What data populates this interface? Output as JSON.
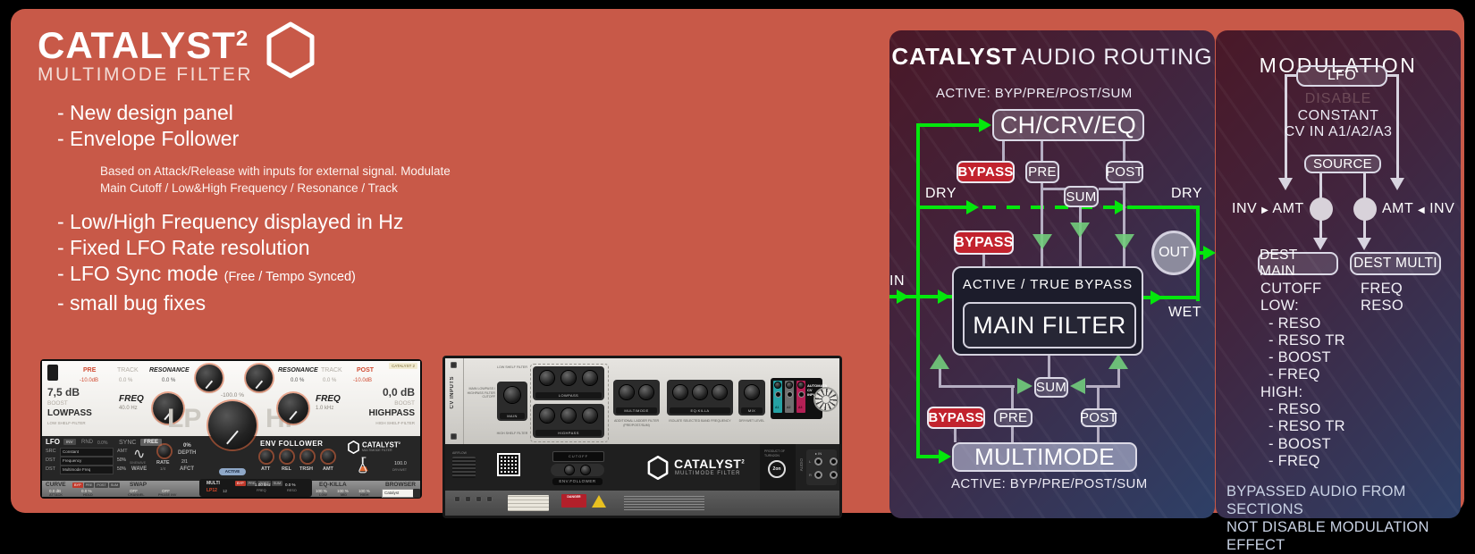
{
  "colors": {
    "background": "#c85948",
    "panel_red": "#4a1827",
    "panel_blue": "#2e4067",
    "green": "#04e70c",
    "bypass_red": "#c2232e"
  },
  "logo": {
    "title": "CATALYST",
    "exponent": "2",
    "subtitle": "MULTIMODE FILTER"
  },
  "features": {
    "line1": "- New design panel",
    "line2": "- Envelope Follower",
    "note_line1": "Based on Attack/Release with inputs for external signal. Modulate",
    "note_line2": "Main Cutoff / Low&High Frequency / Resonance / Track",
    "line3": "- Low/High Frequency displayed in Hz",
    "line4": "- Fixed LFO Rate resolution",
    "line5": "- LFO Sync mode",
    "line5_note": "(Free / Tempo Synced)",
    "line6": "- small bug fixes"
  },
  "routing": {
    "title_bold": "CATALYST",
    "title_rest": "AUDIO ROUTING",
    "active_top": "ACTIVE: BYP/PRE/POST/SUM",
    "ch_box": "CH/CRV/EQ",
    "bypass1": "BYPASS",
    "pre1": "PRE",
    "post1": "POST",
    "sum1": "SUM",
    "dry_left": "DRY",
    "dry_right": "DRY",
    "wet": "WET",
    "in": "IN",
    "out": "OUT",
    "bypass2": "BYPASS",
    "main_header": "ACTIVE /  TRUE BYPASS",
    "main_filter": "MAIN FILTER",
    "sum2": "SUM",
    "bypass3": "BYPASS",
    "pre2": "PRE",
    "post2": "POST",
    "multimode": "MULTIMODE",
    "active_bottom": "ACTIVE: BYP/PRE/POST/SUM"
  },
  "modulation": {
    "title": "MODULATION",
    "lfo": "LFO",
    "disable": "DISABLE",
    "constant": "CONSTANT",
    "cv_in": "CV IN A1/A2/A3",
    "source": "SOURCE",
    "inv_left": "INV",
    "amt_left": "AMT",
    "amt_right": "AMT",
    "inv_right": "INV",
    "dest_main": "DEST MAIN",
    "dest_multi": "DEST MULTI",
    "dest_main_list": [
      "CUTOFF",
      "LOW:",
      "- RESO",
      "- RESO TR",
      "- BOOST",
      "- FREQ",
      "HIGH:",
      "- RESO",
      "- RESO TR",
      "- BOOST",
      "- FREQ"
    ],
    "dest_multi_list": [
      "FREQ",
      "RESO"
    ],
    "footer1": "BYPASSED AUDIO FROM SECTIONS",
    "footer2": "NOT DISABLE MODULATION EFFECT"
  },
  "plugin_ui": {
    "tag": "CATALYST 2",
    "pre_label": "PRE",
    "pre_value": "-10.0dB",
    "track_label": "TRACK",
    "track_value": "0.0 %",
    "resonance_label": "RESONANCE",
    "resonance_value": "0.0 %",
    "post_label": "POST",
    "post_value": "-10.0dB",
    "left_db": "7,5 dB",
    "left_boost": "BOOST",
    "left_mode": "LOWPASS",
    "left_type": "LOW SHELF-FILTER",
    "freq_label": "FREQ",
    "left_freq": "40.0 Hz",
    "center_value": "-100.0 %",
    "lp": "LP",
    "hp": "HP",
    "right_freq": "1.0 kHz",
    "right_db": "0,0 dB",
    "right_boost": "BOOST",
    "right_mode": "HIGHPASS",
    "right_type": "HIGH SHELF-FILTER",
    "lfo": {
      "label": "LFO",
      "inv": "INV",
      "rnd": "RND",
      "rnd_value": "0.0%",
      "sync": "SYNC",
      "sync_value": "FREE",
      "src": "SRC",
      "src_value": "Constant",
      "dst1": "DST",
      "dst1_value": "Frequency",
      "dst2": "DST",
      "dst2_value": "Multimode Freq",
      "amt": "AMT",
      "amt1": "50%",
      "amt2": "50%",
      "wave_name": "SINEWAVE",
      "wave": "WAVE",
      "rate": "RATE",
      "rate_value": "1/4",
      "depth_value": "0%",
      "depth": "DEPTH",
      "afct_value": "2/1",
      "afct": "AFCT"
    },
    "active_button": "ACTIVE",
    "env": {
      "title": "ENV FOLLOWER",
      "knobs": [
        "ATT",
        "REL",
        "TRSH",
        "AMT"
      ]
    },
    "brand": {
      "name": "CATALYST",
      "exp": "2",
      "sub": "MULTIMODE FILTER"
    },
    "drywet_value": "100.0",
    "drywet": "DRY/WET",
    "bottom": {
      "curve": "CURVE",
      "chips": [
        "BYP",
        "PRE",
        "POST",
        "SUM"
      ],
      "attack_value": "0.0 dB",
      "attack": "ATTACK",
      "hold_value": "0.0 %",
      "hold": "HOLD",
      "swap": "SWAP",
      "channel_value": "OFF",
      "channel": "CHANNEL",
      "phase_value": "OFF",
      "phase": "PHASE INV",
      "multi": "MULTI",
      "multi_mode": "LP12",
      "multi_slope": "12",
      "multi_freq_value": "1.00 kHz",
      "multi_freq": "FREQ",
      "multi_reso_value": "0.0 %",
      "multi_reso": "RESO",
      "eq_killa": "EQ-KILLA",
      "low_value": "100 %",
      "low": "LOW",
      "mid_value": "100 %",
      "mid": "MID",
      "high_value": "100 %",
      "high": "HIGH",
      "browser": "BROWSER",
      "preset": "Catalyst"
    }
  },
  "rack_ui": {
    "cv_inputs": "CV INPUTS",
    "low_shelf": "LOW SHELF FILTER",
    "high_shelf": "HIGH SHELF FILTER",
    "main_note": "MAIN LOWPASS / HIGHPASS FILTER CUTOFF",
    "main": "MAIN",
    "lowpass": "LOWPASS",
    "highpass": "HIGHPASS",
    "multimode": "MULTIMODE",
    "multimode_note": "ADDITIONAL LADDER FILTER (PRE/POST/SUM)",
    "eq_killa": "EQ:KILLA",
    "eq_note": "ISOLATE SELECTED BAND FREQUENCY",
    "mix": "MIX",
    "mix_note": "DRY/WET LEVEL",
    "automata": "AUTOMATA CV INPUTS",
    "jacks": [
      "A1",
      "A2",
      "A3"
    ],
    "airflow": "AIRFLOW",
    "cutoff": "CUTOFF",
    "env_follower": "ENV.FOLLOWER",
    "brand": "CATALYST",
    "brand_exp": "2",
    "brand_sub": "MULTIMODE FILTER",
    "product_of": "PRODUCT OF TURN2ON",
    "turn2on": "2on",
    "audio": "AUDIO",
    "in": "IN",
    "danger": "DANGER"
  }
}
